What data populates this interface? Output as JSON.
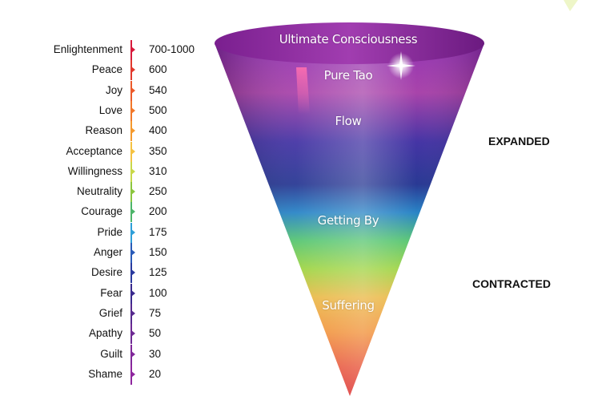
{
  "levels": [
    {
      "name": "Enlightenment",
      "value": "700-1000",
      "color": "#d81b3c"
    },
    {
      "name": "Peace",
      "value": "600",
      "color": "#e23a2e"
    },
    {
      "name": "Joy",
      "value": "540",
      "color": "#ec5a2a"
    },
    {
      "name": "Love",
      "value": "500",
      "color": "#f2782a"
    },
    {
      "name": "Reason",
      "value": "400",
      "color": "#f59a2e"
    },
    {
      "name": "Acceptance",
      "value": "350",
      "color": "#f5c242"
    },
    {
      "name": "Willingness",
      "value": "310",
      "color": "#c9d84a"
    },
    {
      "name": "Neutrality",
      "value": "250",
      "color": "#8cc63f"
    },
    {
      "name": "Courage",
      "value": "200",
      "color": "#4db56a"
    },
    {
      "name": "Pride",
      "value": "175",
      "color": "#2f9fd8"
    },
    {
      "name": "Anger",
      "value": "150",
      "color": "#2a5bb8"
    },
    {
      "name": "Desire",
      "value": "125",
      "color": "#2a3a9e"
    },
    {
      "name": "Fear",
      "value": "100",
      "color": "#3a2a8e"
    },
    {
      "name": "Grief",
      "value": "75",
      "color": "#562a8e"
    },
    {
      "name": "Apathy",
      "value": "50",
      "color": "#6e2a94"
    },
    {
      "name": "Guilt",
      "value": "30",
      "color": "#80289a"
    },
    {
      "name": "Shame",
      "value": "20",
      "color": "#8e269e"
    }
  ],
  "cone": {
    "labels": [
      "Ultimate Consciousness",
      "Pure Tao",
      "Flow",
      "Getting By",
      "Suffering"
    ]
  },
  "states": {
    "expanded": "EXPANDED",
    "contracted": "CONTRACTED"
  }
}
